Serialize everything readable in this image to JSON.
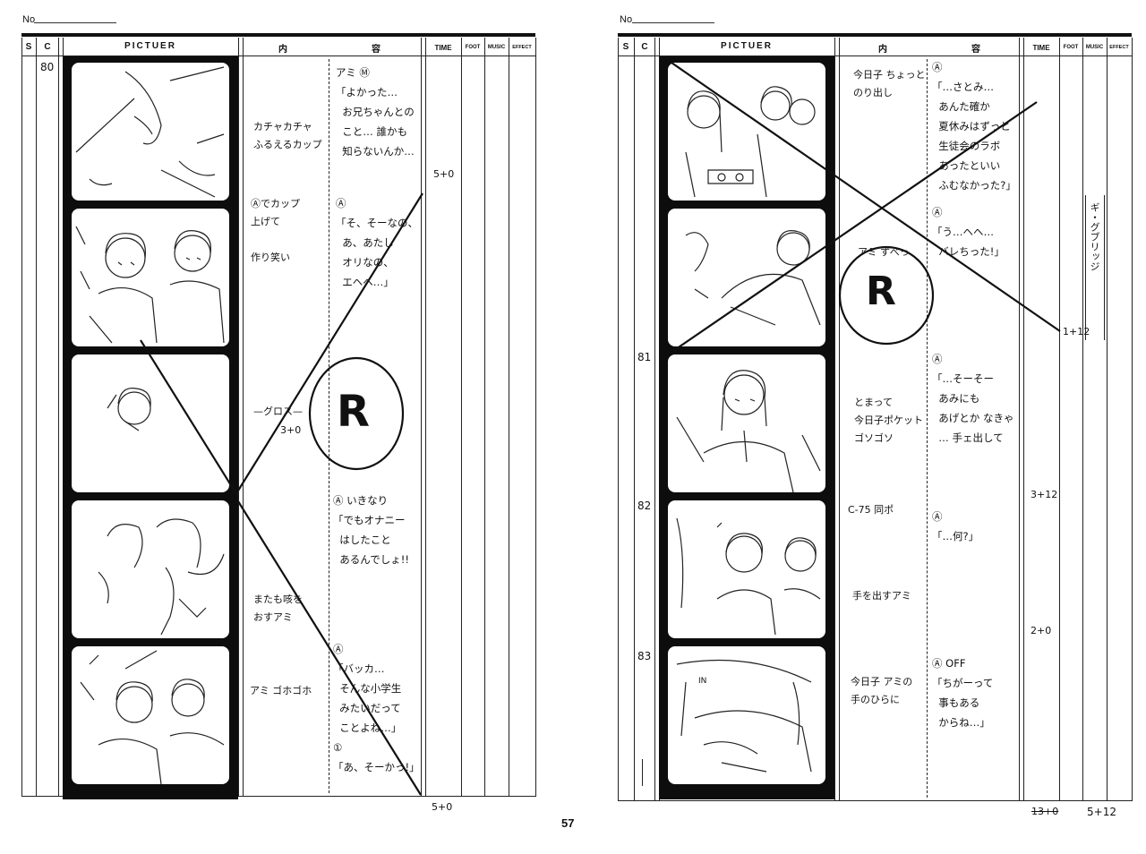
{
  "page_number": "57",
  "left": {
    "no_label": "No",
    "headers": {
      "s": "S",
      "c": "C",
      "picture": "PICTUER",
      "naiyou_1": "内",
      "naiyou_2": "容",
      "time": "TIME",
      "foot": "FOOT",
      "music": "MUSIC",
      "effect": "EFFECT"
    },
    "cut_number": "80",
    "panels": [
      {
        "action": "",
        "dialogue": "アミ Ⓜ\n「よかった…\n  お兄ちゃんとの\n  こと… 誰かも\n  知らないんか…"
      },
      {
        "action": "Ⓐでカップ\n上げて\n\n作り笑い",
        "dialogue": "Ⓐ\n「そ、そーなの、\n  あ、あたし\n  オリなの、\n  エヘヘ…」"
      },
      {
        "action": "—グロス—",
        "dialogue": ""
      },
      {
        "action": "",
        "dialogue": "Ⓐ いきなり\n「でもオナニー\n  はしたこと\n  あるんでしょ!!"
      },
      {
        "action": "またも咳を\nおすアミ",
        "dialogue": "Ⓐ\n「バッカ…\n  そんな小学生\n  みたいだって\n  ことよね…」\n①\n「あ、そーかっ!」"
      }
    ],
    "extra_action": "カチャカチャ\nふるえるカップ",
    "extra_action_5": "アミ ゴホゴホ",
    "time_mid": "5+0",
    "gloss_time": "3+0",
    "time_bottom": "5+0",
    "retake_mark": "R"
  },
  "right": {
    "no_label": "No",
    "headers": {
      "s": "S",
      "c": "C",
      "picture": "PICTUER",
      "naiyou_1": "内",
      "naiyou_2": "容",
      "time": "TIME",
      "foot": "FOOT",
      "music": "MUSIC",
      "effect": "EFFECT"
    },
    "cuts": [
      "81",
      "82",
      "83"
    ],
    "panels": [
      {
        "action": "今日子 ちょっと\nのり出し",
        "dialogue": "Ⓐ\n「…さとみ…\n  あんた確か\n  夏休みはずっと\n  生徒会のラボ\n  あったといい\n  ふむなかった?」"
      },
      {
        "action": "アミ ずべっ",
        "dialogue": "Ⓐ\n「う…ヘヘ…\n  バレちった!」"
      },
      {
        "action": "とまって\n今日子ポケット\nゴソゴソ",
        "dialogue": "Ⓐ\n「…そーそー\n  あみにも\n  あげとか なきゃ\n  … 手ェ出して"
      },
      {
        "action": "C-75 同ポ",
        "dialogue": "Ⓐ\n「…何?」"
      },
      {
        "action": "手を出すアミ",
        "dialogue": ""
      },
      {
        "action": "今日子 アミの\n手のひらに",
        "dialogue": "Ⓐ OFF\n「ちがーって\n  事もある\n  からね…」"
      }
    ],
    "music_note": "ギ・グブリッジ",
    "times": [
      "1+12",
      "3+12",
      "2+0"
    ],
    "time_bottom_struck": "13+0",
    "time_bottom": "5+12",
    "panel_inscription": "IN",
    "retake_mark": "R"
  }
}
